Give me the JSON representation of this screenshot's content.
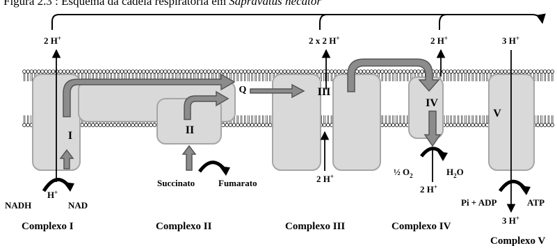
{
  "title": {
    "prefix": "Figura 2.3 : Esquema da cadeia respiratória em ",
    "species": "Sapravatus necator"
  },
  "complexes": {
    "c1": {
      "roman": "I",
      "caption": "Complexo I"
    },
    "c2": {
      "roman": "II",
      "caption": "Complexo II"
    },
    "c3": {
      "roman": "III",
      "caption": "Complexo III"
    },
    "c4": {
      "roman": "IV",
      "caption": "Complexo IV"
    },
    "c5": {
      "roman": "V",
      "caption": "Complexo V"
    }
  },
  "labels": {
    "q": "Q",
    "proton_c1": "2 H",
    "proton_c3_top": "2 x 2 H",
    "proton_c3_bottom": "2 H",
    "proton_c4_top": "2 H",
    "proton_c4_bottom": "2 H",
    "proton_c5_top": "3 H",
    "proton_c5_bottom": "3 H",
    "h_plus_c1": "H",
    "plus": "+",
    "nadh": "NADH",
    "nad": "NAD",
    "succinato": "Succinato",
    "fumarato": "Fumarato",
    "half_o2_prefix": "½ O",
    "o2_sub": "2",
    "water_h": "H",
    "water_sub": "2",
    "water_o": "O",
    "pi_adp": "Pi + ADP",
    "atp": "ATP"
  },
  "colors": {
    "complex_fill": "#d9d9d9",
    "complex_stroke": "#a6a6a6",
    "arrow_fill": "#8c8c8c",
    "line": "#000000"
  }
}
